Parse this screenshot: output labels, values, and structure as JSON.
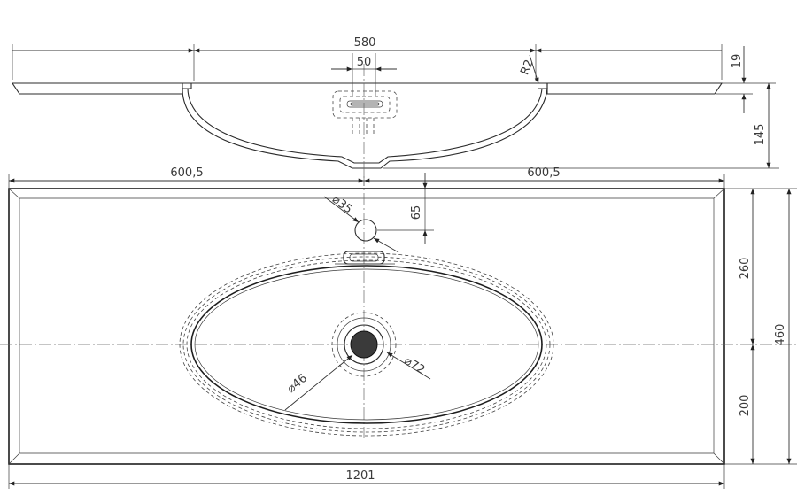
{
  "drawing": {
    "section_view": {
      "dim_bowl_width": "580",
      "dim_drain_width": "50",
      "dim_radius": "R2",
      "dim_slab_thickness": "19",
      "dim_bowl_depth": "145"
    },
    "plan_view": {
      "dim_left_half": "600,5",
      "dim_right_half": "600,5",
      "dim_tap_hole": "⌀35",
      "dim_tap_offset": "65",
      "dim_back_to_center": "260",
      "dim_front_to_center": "200",
      "dim_total_depth": "460",
      "dim_drain_hole": "⌀46",
      "dim_drain_ring": "⌀72",
      "dim_total_width": "1201"
    }
  }
}
